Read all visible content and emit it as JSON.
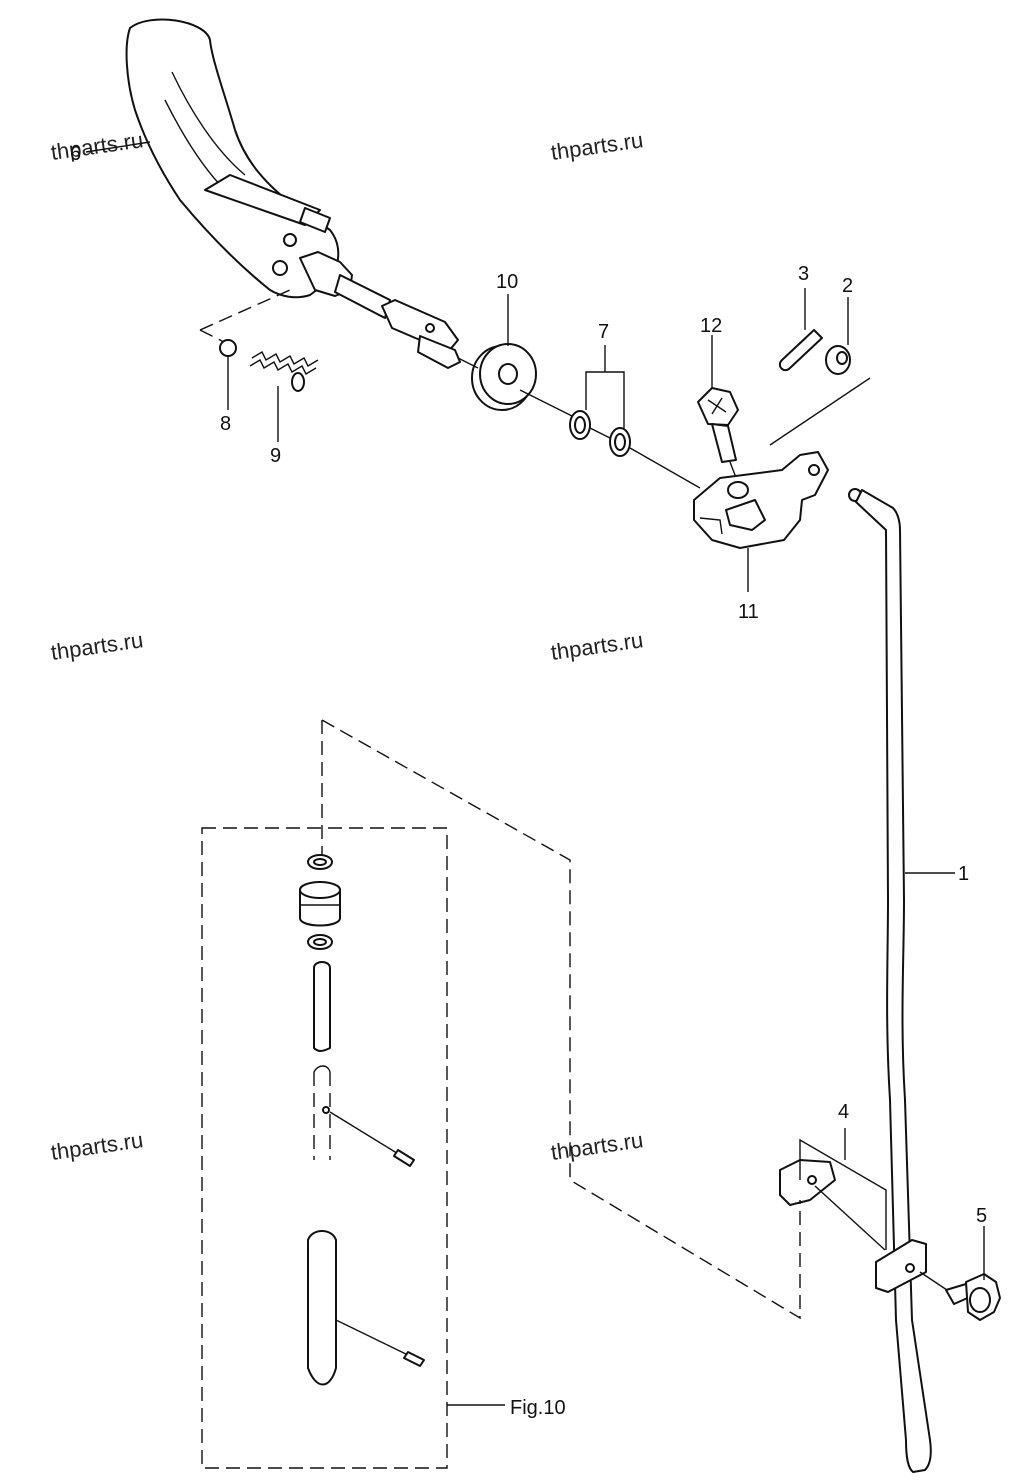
{
  "watermark": {
    "text": "thparts.ru"
  },
  "callouts": {
    "p1": "1",
    "p2": "2",
    "p3": "3",
    "p4": "4",
    "p5": "5",
    "p6": "6",
    "p7": "7",
    "p8": "8",
    "p9": "9",
    "p10": "10",
    "p11": "11",
    "p12": "12"
  },
  "figure_ref": "Fig.10",
  "colors": {
    "line": "#111111",
    "background": "#ffffff"
  }
}
